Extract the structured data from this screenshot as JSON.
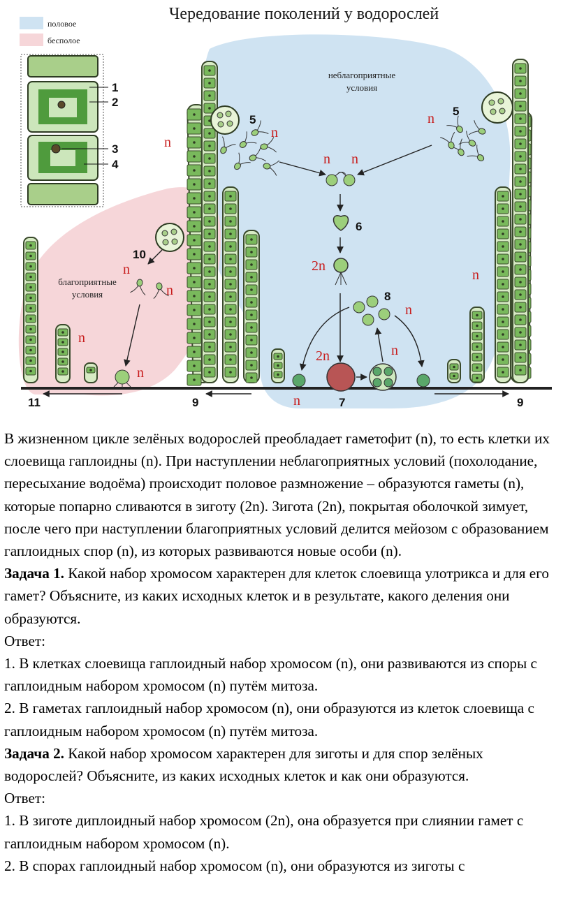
{
  "figure": {
    "title": "Чередование поколений у водорослей",
    "legend": [
      {
        "label": "половое",
        "color": "#cfe3f2"
      },
      {
        "label": "бесполое",
        "color": "#f6d6d9"
      }
    ],
    "conditions": {
      "unfavorable": [
        "неблагоприятные",
        "условия"
      ],
      "favorable": [
        "благоприятные",
        "условия"
      ]
    },
    "inset_numbers": [
      "1",
      "2",
      "3",
      "4"
    ],
    "stage_numbers": [
      "5",
      "5",
      "6",
      "8",
      "10",
      "7",
      "9",
      "9",
      "11"
    ],
    "ploidy": {
      "n": "n",
      "two_n": "2n"
    }
  },
  "text": {
    "intro": "В жизненном цикле зелёных водорослей преобладает гаметофит (n), то есть клетки их слоевища гаплоидны (n). При наступлении неблагоприятных условий (похолодание, пересыхание водоёма) происходит половое размножение – образуются гаметы (n), которые попарно сливаются в зиготу (2n). Зигота (2n), покрытая оболочкой зимует, после чего при наступлении благоприятных условий делится мейозом с образованием гаплоидных спор (n), из которых развиваются новые особи (n).",
    "task1": {
      "label": "Задача 1.",
      "question": " Какой набор хромосом характерен для клеток слоевища улотрикса и для его гамет? Объясните, из каких исходных клеток и в результате, какого деления они образуются.",
      "answer_label": "Ответ:",
      "answers": [
        "1. В клетках слоевища гаплоидный набор хромосом (n), они развиваются из споры с гаплоидным набором хромосом (n) путём митоза.",
        "2. В гаметах гаплоидный набор хромосом (n), они образуются из клеток слоевища с гаплоидным набором хромосом (n) путём митоза."
      ]
    },
    "task2": {
      "label": "Задача 2.",
      "question": " Какой набор хромосом характерен для зиготы и для спор зелёных водорослей? Объясните, из каких исходных клеток и как они образуются.",
      "answer_label": "Ответ:",
      "answers": [
        "1. В зиготе диплоидный набор хромосом (2n), она образуется при слиянии гамет с гаплоидным набором хромосом (n).",
        "2. В спорах гаплоидный набор хромосом (n), они образуются из зиготы с"
      ]
    }
  }
}
